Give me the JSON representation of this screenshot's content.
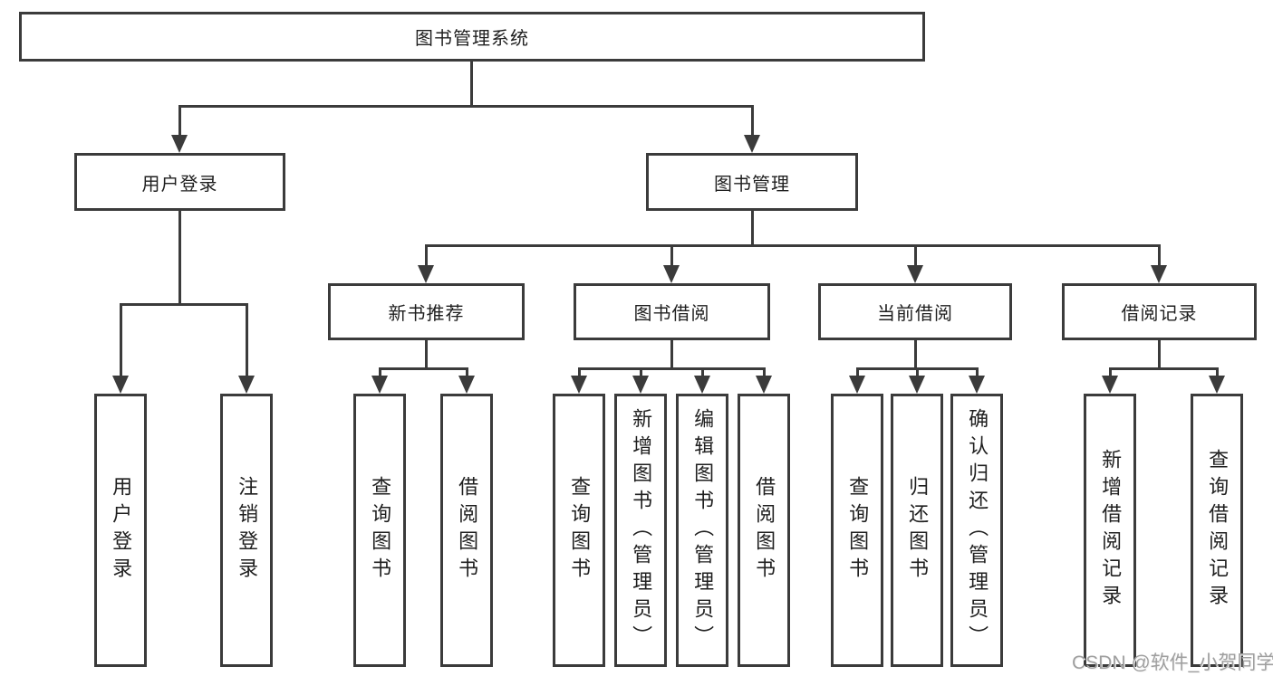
{
  "diagram": {
    "root": {
      "label": "图书管理系统"
    },
    "level2": [
      {
        "label": "用户登录"
      },
      {
        "label": "图书管理"
      }
    ],
    "level3": [
      {
        "label": "新书推荐"
      },
      {
        "label": "图书借阅"
      },
      {
        "label": "当前借阅"
      },
      {
        "label": "借阅记录"
      }
    ],
    "leaves": [
      {
        "label": "用户登录"
      },
      {
        "label": "注销登录"
      },
      {
        "label": "查询图书"
      },
      {
        "label": "借阅图书"
      },
      {
        "label": "查询图书"
      },
      {
        "label": "新增图书（管理员）"
      },
      {
        "label": "编辑图书（管理员）"
      },
      {
        "label": "借阅图书"
      },
      {
        "label": "查询图书"
      },
      {
        "label": "归还图书"
      },
      {
        "label": "确认归还（管理员）"
      },
      {
        "label": "新增借阅记录"
      },
      {
        "label": "查询借阅记录"
      }
    ],
    "watermark": "CSDN @软件_小贺同学",
    "colors": {
      "line": "#3b3b3b",
      "text": "#1f1f1f",
      "watermark": "#9f9f9f",
      "background": "#ffffff"
    }
  }
}
